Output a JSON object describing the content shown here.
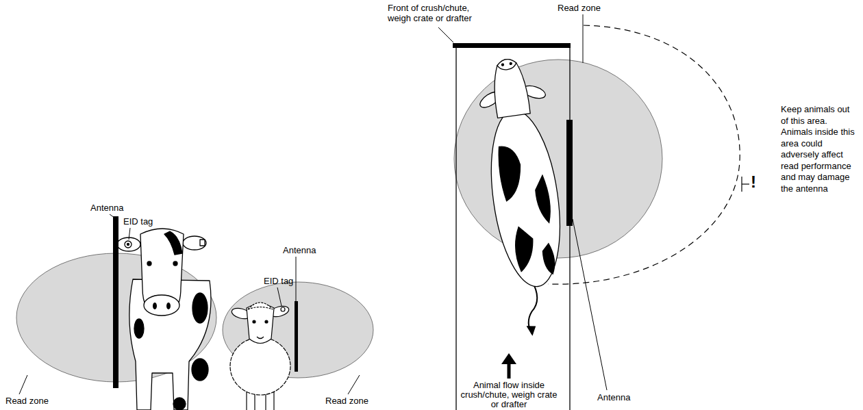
{
  "diagram": {
    "labels": [
      "Front of crush/chute, weigh crate or drafter",
      "Read zone",
      "Keep animals out of this area. Animals inside this area could adversely affect read performance and may damage the antenna",
      "!",
      "Antenna",
      "EID tag",
      "Antenna",
      "EID tag",
      "Antenna",
      "Read zone",
      "Animal flow inside crush/chute, weigh crate or drafter",
      "Read zone"
    ]
  }
}
